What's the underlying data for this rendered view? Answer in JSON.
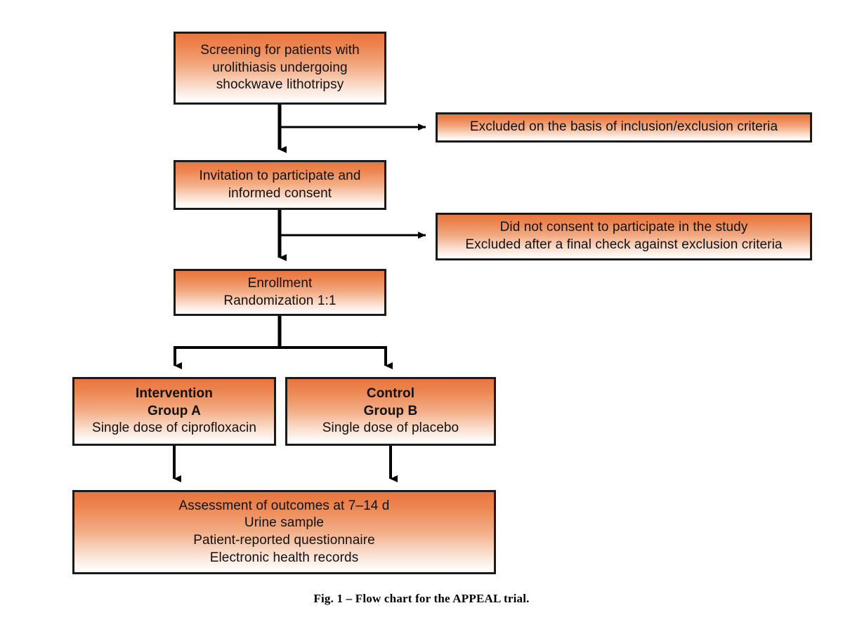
{
  "figure": {
    "caption": "Fig. 1 – Flow chart for the APPEAL trial.",
    "colors": {
      "box_gradient_top": "#e8763f",
      "box_gradient_bottom": "#fffdfc",
      "box_border": "#1a1a1a",
      "connector": "#000000",
      "text": "#111111",
      "background": "#ffffff"
    }
  },
  "chart_data": {
    "type": "diagram",
    "title": "Flow chart for the APPEAL trial",
    "nodes": [
      {
        "id": "screening",
        "lines": [
          {
            "text": "Screening for patients with",
            "bold": false
          },
          {
            "text": "urolithiasis undergoing",
            "bold": false
          },
          {
            "text": "shockwave lithotripsy",
            "bold": false
          }
        ]
      },
      {
        "id": "excluded-1",
        "lines": [
          {
            "text": "Excluded on the basis of inclusion/exclusion criteria",
            "bold": false
          }
        ]
      },
      {
        "id": "invitation",
        "lines": [
          {
            "text": "Invitation to participate and",
            "bold": false
          },
          {
            "text": "informed consent",
            "bold": false
          }
        ]
      },
      {
        "id": "excluded-2",
        "lines": [
          {
            "text": "Did not consent to participate in the study",
            "bold": false
          },
          {
            "text": "Excluded after a final check against exclusion criteria",
            "bold": false
          }
        ]
      },
      {
        "id": "enrollment",
        "lines": [
          {
            "text": "Enrollment",
            "bold": false
          },
          {
            "text": "Randomization 1:1",
            "bold": false
          }
        ]
      },
      {
        "id": "intervention",
        "lines": [
          {
            "text": "Intervention",
            "bold": true
          },
          {
            "text": "Group A",
            "bold": true
          },
          {
            "text": "Single dose of ciprofloxacin",
            "bold": false
          }
        ]
      },
      {
        "id": "control",
        "lines": [
          {
            "text": "Control",
            "bold": true
          },
          {
            "text": "Group B",
            "bold": true
          },
          {
            "text": "Single dose of placebo",
            "bold": false
          }
        ]
      },
      {
        "id": "outcomes",
        "lines": [
          {
            "text": "Assessment of outcomes at 7–14 d",
            "bold": false
          },
          {
            "text": "Urine sample",
            "bold": false
          },
          {
            "text": "Patient-reported questionnaire",
            "bold": false
          },
          {
            "text": "Electronic health records",
            "bold": false
          }
        ]
      }
    ],
    "edges": [
      {
        "from": "screening",
        "to": "invitation",
        "kind": "arrow-down"
      },
      {
        "from": "screening",
        "to": "excluded-1",
        "kind": "arrow-right-branch"
      },
      {
        "from": "invitation",
        "to": "enrollment",
        "kind": "arrow-down"
      },
      {
        "from": "invitation",
        "to": "excluded-2",
        "kind": "arrow-right-branch"
      },
      {
        "from": "enrollment",
        "to": "intervention",
        "kind": "split-arrow-down"
      },
      {
        "from": "enrollment",
        "to": "control",
        "kind": "split-arrow-down"
      },
      {
        "from": "intervention",
        "to": "outcomes",
        "kind": "arrow-down"
      },
      {
        "from": "control",
        "to": "outcomes",
        "kind": "arrow-down"
      }
    ]
  }
}
